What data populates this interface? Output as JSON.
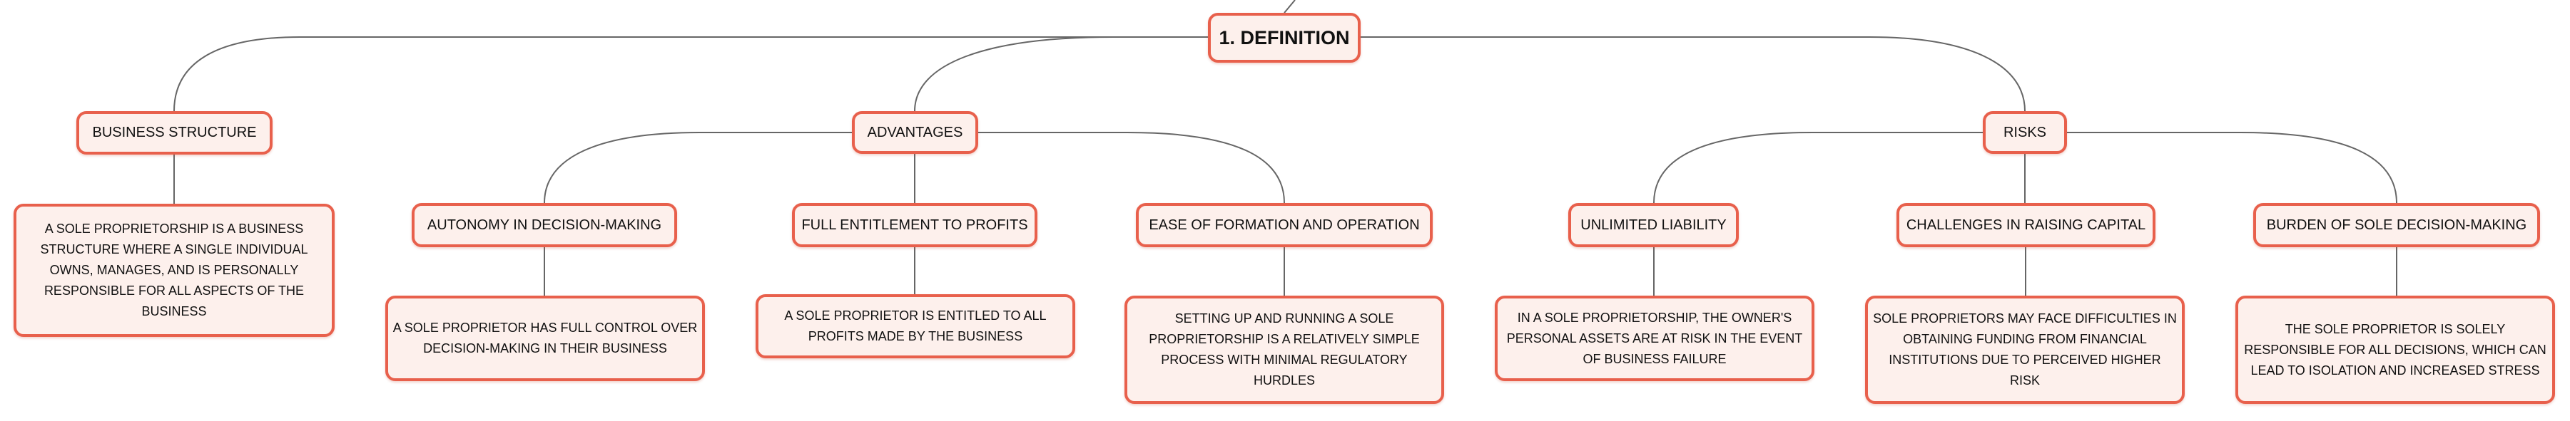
{
  "root": {
    "label": "1. DEFINITION"
  },
  "branches": [
    {
      "label": "BUSINESS STRUCTURE",
      "detail": "A SOLE PROPRIETORSHIP IS A BUSINESS STRUCTURE WHERE A SINGLE INDIVIDUAL OWNS, MANAGES, AND IS PERSONALLY RESPONSIBLE FOR ALL ASPECTS OF THE BUSINESS"
    },
    {
      "label": "ADVANTAGES",
      "children": [
        {
          "label": "AUTONOMY IN DECISION-MAKING",
          "detail": "A SOLE PROPRIETOR HAS FULL CONTROL OVER DECISION-MAKING IN THEIR BUSINESS"
        },
        {
          "label": "FULL ENTITLEMENT TO PROFITS",
          "detail": "A SOLE PROPRIETOR IS ENTITLED TO ALL PROFITS MADE BY THE BUSINESS"
        },
        {
          "label": "EASE OF FORMATION AND OPERATION",
          "detail": "SETTING UP AND RUNNING A SOLE PROPRIETORSHIP IS A RELATIVELY SIMPLE PROCESS WITH MINIMAL REGULATORY HURDLES"
        }
      ]
    },
    {
      "label": "RISKS",
      "children": [
        {
          "label": "UNLIMITED LIABILITY",
          "detail": "IN A SOLE PROPRIETORSHIP, THE OWNER'S PERSONAL ASSETS ARE AT RISK IN THE EVENT OF BUSINESS FAILURE"
        },
        {
          "label": "CHALLENGES IN RAISING CAPITAL",
          "detail": "SOLE PROPRIETORS MAY FACE DIFFICULTIES IN OBTAINING FUNDING FROM FINANCIAL INSTITUTIONS DUE TO PERCEIVED HIGHER RISK"
        },
        {
          "label": "BURDEN OF SOLE DECISION-MAKING",
          "detail": "THE SOLE PROPRIETOR IS SOLELY RESPONSIBLE FOR ALL DECISIONS, WHICH CAN LEAD TO ISOLATION AND INCREASED STRESS"
        }
      ]
    }
  ],
  "colors": {
    "node_border": "#e8604c",
    "node_fill": "#fdf0ec",
    "connector": "#666666"
  }
}
